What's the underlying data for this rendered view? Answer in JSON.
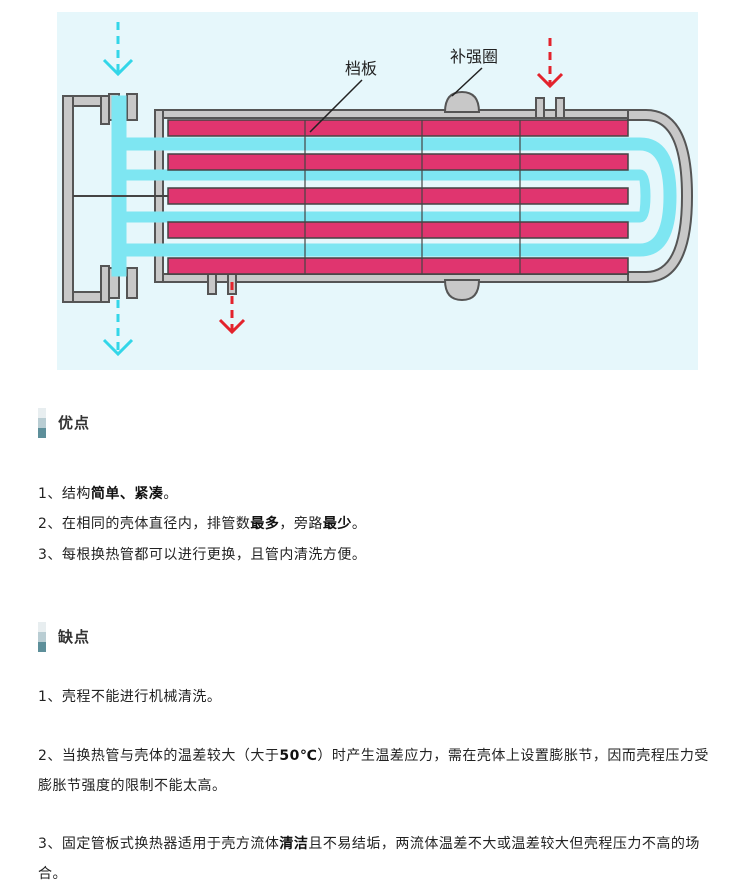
{
  "diagram": {
    "label_baffle": "档板",
    "label_ring": "补强圈",
    "colors": {
      "background": "#e6f7fb",
      "shell": "#c8c8c8",
      "tube_plate": "#e0356f",
      "tube_flow": "#7ee6f2",
      "flow_arrow_tube": "#33d6e8",
      "flow_arrow_shell": "#e3232c"
    }
  },
  "advantages": {
    "title": "优点",
    "items": [
      {
        "prefix": "1、结构",
        "bold": "简单、紧凑",
        "suffix": "。"
      },
      {
        "prefix": "2、在相同的壳体直径内，排管数",
        "bold": "最多",
        "middle": "，旁路",
        "bold2": "最少",
        "suffix": "。"
      },
      {
        "text": "3、每根换热管都可以进行更换，且管内清洗方便。"
      }
    ]
  },
  "disadvantages": {
    "title": "缺点",
    "items": [
      {
        "text": "1、壳程不能进行机械清洗。"
      },
      {
        "prefix": "2、当换热管与壳体的温差较大（大于",
        "bold": "50℃",
        "suffix": "）时产生温差应力，需在壳体上设置膨胀节，因而壳程压力受膨胀节强度的限制不能太高。"
      },
      {
        "prefix": "3、固定管板式换热器适用于壳方流体",
        "bold": "清洁",
        "suffix": "且不易结垢，两流体温差不大或温差较大但壳程压力不高的场合。"
      }
    ]
  }
}
